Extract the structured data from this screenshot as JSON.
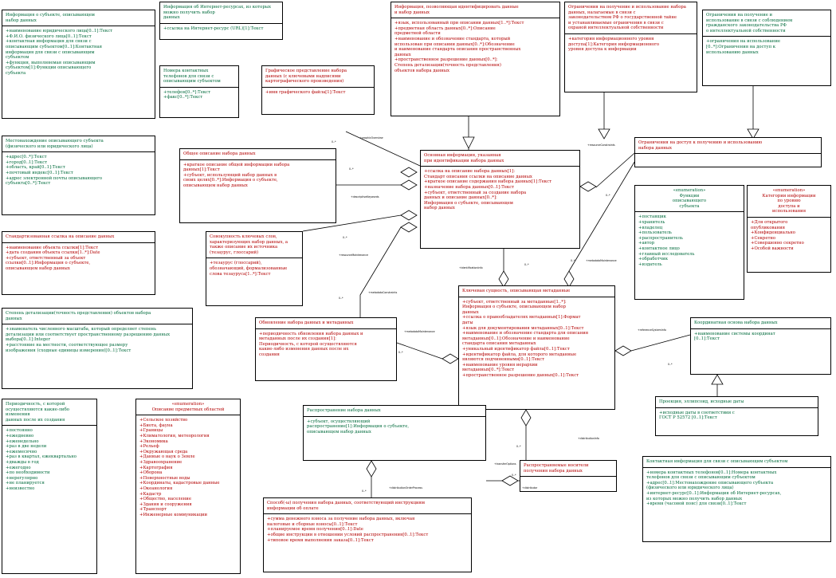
{
  "colors": {
    "text_red": "#b30000",
    "text_green": "#006b3c",
    "line": "#000000"
  },
  "classes": [
    {
      "id": "c1",
      "color": "grn",
      "title": "Информация о субъекте, описывающем\nнабор данных",
      "attrs": "+наименование юридического лица[0..1]:Текст\n+Ф.И.О. физического лица[0..1]:Текст\n+контактная информация для связи с\nописывающим субъектом[0..1]:Контактная\nинформация для связи с описывающим\nсубъектом\n+функция, выполняемая описывающим\nсубъектом[1]:Функции описывающего\nсубъекта"
    },
    {
      "id": "c2",
      "color": "grn",
      "title": "Информация об Интернет-ресурсах, из которых можно получить набор\nданных",
      "attrs": "+ссылка на Интернет-ресурс (URL)[1]:Текст"
    },
    {
      "id": "c3",
      "color": "red",
      "title": "Информация, позволяющая идентифицировать данные\nи набор данных",
      "attrs": "+язык, использованный при описании данных[1..*]:Текст\n+предметная область данных[0..*]:Описание\nпредметной области\n+наименование и обозначение стандарта, который\nиспользован при описании данных[0..*]:Обозначение\nи наименование стандарта описания пространственных\nданных\n+пространственное разрешение данных[0..*]:\nСтепень детализации(точность представления)\nобъектов набора данных"
    },
    {
      "id": "c4",
      "color": "red",
      "title": "Ограничения на получение и использование набора данных, налагаемые в связи с\nзаконодательством РФ о государственной тайне\nи устанавливаемые ограничения в связи с\nохраной интеллектуальной собственности",
      "attrs": "+категория информационного уровня\nдоступа[1]:Категория информационного\nуровня доступа к информации"
    },
    {
      "id": "c5",
      "color": "grn",
      "title": "Ограничения на получение и\nиспользование в связи с соблюдением\nгражданского законодательства РФ\nо интеллектуальной собственности",
      "attrs": "+ограничения на использование\n[0..*]:Ограничения на доступ к\nиспользованию данных"
    },
    {
      "id": "c6",
      "color": "grn",
      "title": "Номера контактных\nтелефонов для связи с\nописывающим субъектом",
      "attrs": "+телефон[0..*]:Текст\n+факс[0..*]:Текст"
    },
    {
      "id": "c7",
      "color": "red",
      "title": "Графическое представление набора\nданных (с ключевыми надписями\nкартографического произведения)",
      "attrs": "+имя графического файла[1]:Текст"
    },
    {
      "id": "c8",
      "color": "grn",
      "title": "Местонахождение описывающего субъекта\n(физического или юридического лица)",
      "attrs": "+адрес[0..*]:Текст\n+город[0..1]:Текст\n+область, край[0..1]:Текст\n+почтовый индекс[0..1]:Текст\n+адрес электронной почты описывающего\nсубъекта[0..*]:Текст"
    },
    {
      "id": "c9",
      "color": "red",
      "title": "Общее описание набора данных",
      "attrs": "+краткое описание общей информации набора\nданных[1]:Текст\n+субъект, использующий набор данных в\nсвоих целях[0..*]:Информация о субъекте,\nописывающем набор данных"
    },
    {
      "id": "c10",
      "color": "red",
      "title": "Основная информация, указанная\nпри идентификации набора данных",
      "attrs": "+ссылка на описание набора данных[1]:\nСтандарт описания ссылки на описание данных\n+краткое описание содержания набора данных[1]:Текст\n+назначение набора данных[0..1]:Текст\n+субъект, ответственный за создание набора\nданных и описание данных[0..*]:\nИнформация о субъекте, описывающем\nнабор данных"
    },
    {
      "id": "c11",
      "color": "red",
      "title": "Ограничения на доступ к получению и использованию\nнабора данных",
      "attrs": ""
    },
    {
      "id": "c12",
      "color": "grn",
      "title": "«enumeration»\nФункции\nописывающего\nсубъекта",
      "attrs": "+поставщик\n+хранитель\n+владелец\n+пользователь\n+распространитель\n+автор\n+контактное лицо\n+главный исследователь\n+обработчик\n+издатель"
    },
    {
      "id": "c13",
      "color": "red",
      "title": "«enumeration»\nКатегории информации\nпо уровню\nдоступа и\nиспользования",
      "attrs": "+Для открытого\nопубликования\n+Конфиденциально\n+Секретно\n+Совершенно секретно\n+Особой важности"
    },
    {
      "id": "c14",
      "color": "red",
      "title": "Стандартизованная ссылка на описание данных",
      "attrs": "+наименование объекта ссылки[1]:Текст\n+дата создания объекта ссылки[1..*]:Date\n+субъект, ответственный за объект\nссылки[0..1]:Информация о субъекте,\nописывающем набор данных"
    },
    {
      "id": "c15",
      "color": "red",
      "title": "Совокупность ключевых слов,\nхарактеризующих набор данных, а\nтакже описание их источника\n(тезаурус, глоссарий)",
      "attrs": "+тезаурус (глоссарий),\nобозначающий, формализованные\nслова тезауруса[1..*]:Текст"
    },
    {
      "id": "c16",
      "color": "red",
      "title": "Ключевая сущность, описывающая метаданные",
      "attrs": "+субъект, ответственный за метаданные[1..*]:\nИнформация о субъекте, описывающем набор\nданных\n+ссылка о правообладателях метаданных[1]:Формат\nдаты\n+язык для документирования метаданных[0..1]:Текст\n+наименование и обозначение стандарта для описания\nметаданных[0..1]:Обозначение и наименование\nстандарта описания метаданных\n+уникальный идентификатор файла[0..1]:Текст\n+идентификатор файла, для которого метаданные\nявляются подчиненными[0..1]:Текст\n+наименование уровня иерархии\nметаданных[0..*]:Текст\n+пространственное разрешение данных[0..1]:Текст"
    },
    {
      "id": "c17",
      "color": "grn",
      "title": "Степень детализации(точность представления) объектов набора\nданных",
      "attrs": "+знаменатель численного масштаба, который определяет степень\nдетализации или соответствует пространственному разрешению данных\nвыбора[0..1]:Integer\n+расстояние на местности, соответствующее размеру\nизображения (сходные единицы измерения)[0..1]:Текст"
    },
    {
      "id": "c18",
      "color": "red",
      "title": "Обновление набора данных и метаданных",
      "attrs": "+периодичность обновления набора данных и\nметаданных после их создания[1]:\nПериодичность, с которой осуществляются\nкакие-либо изменения данных после их\nсоздания"
    },
    {
      "id": "c19",
      "color": "grn",
      "title": "Координатная основа набора данных",
      "attrs": "+наименование системы координат\n[0..1]:Текст"
    },
    {
      "id": "c20",
      "color": "grn",
      "title": "Проекция, эллипсоид, исходные даты",
      "attrs": "+исходные даты в соответствии с\nГОСТ Р 52572 [0..1]:Текст"
    },
    {
      "id": "c21",
      "color": "grn",
      "title": "Периодичность, с которой\nосуществляются какие-либо\nизменения\nданных после их создания",
      "attrs": "+постоянно\n+ежедневно\n+еженедельно\n+раз в две недели\n+ежемесячно\n+раз в квартал, ежеквартально\n+дважды в год\n+ежегодно\n+по необходимости\n+нерегулярно\n+не планируется\n+неизвестно"
    },
    {
      "id": "c22",
      "color": "red",
      "title": "«enumeration»\nОписание предметных областей",
      "attrs": "+Сельское хозяйство\n+Биота, фауна\n+Границы\n+Климатология, метеорология\n+Экономика\n+Рельеф\n+Окружающая среда\n+Данные о наук о Земле\n+Здравоохранение\n+Картография\n+Оборона\n+Поверхностные воды\n+Координаты, кадастровые данные\n+Океанология\n+Кадастр\n+Общество, население\n+Здания и сооружения\n+Транспорт\n+Инженерные коммуникации"
    },
    {
      "id": "c23",
      "color": "grn",
      "title": "Распространение набора данных",
      "attrs": "+субъект, осуществляющий\nраспространение[1]:Информация о субъекте,\nописывающем набор данных"
    },
    {
      "id": "c24",
      "color": "red",
      "title": "Распространяемые носители\nполучения набора данных",
      "attrs": ""
    },
    {
      "id": "c25",
      "color": "red",
      "title": "Способ(-ы) получения набора данных, соответствующий инструкциям\nинформации об оплате",
      "attrs": "+сумма денежного взноса за получение набора данных, включая\nналоговые и сборные взносы[0..1]:Текст\n+планируемое время получения[0..1]:Date\n+общие инструкции в отношении условий распространения[0..1]:Текст\n+типовое время выполнения заказа[0..1]:Текст"
    },
    {
      "id": "c26",
      "color": "grn",
      "title": "Контактная информация для связи с описывающим субъектом",
      "attrs": "+номера контактных телефонов[0..1]:Номера контактных\nтелефонов для связи с описывающим субъектом\n+адрес[0..1]:Местонахождение описывающего субъекта\n(физического или юридического лица)\n+интернет-ресурс[0..1]:Информация об Интернет-ресурсах,\nиз которых можно получить набор данных\n+время (часовой пояс) для связи[0..1]:Текст"
    }
  ],
  "labels": {
    "graphicOverview": "+graphicOverview",
    "resourceConstraints": "+resourceConstraints",
    "descriptiveKeywords": "+descriptiveKeywords",
    "resourceMaintenance": "+resourceMaintenance",
    "metadataConstraints": "+metadataConstraints",
    "identificationInfo": "+identificationInfo",
    "metadataMaintenance": "+metadataMaintenance",
    "referenceSystemInfo": "+referenceSystemInfo",
    "distributionInfo": "+distributionInfo",
    "transferOptions": "+transferOptions",
    "distributionOrderProcess": "+distributionOrderProcess",
    "distributor": "+distributor",
    "mult_0n": "0..*"
  }
}
